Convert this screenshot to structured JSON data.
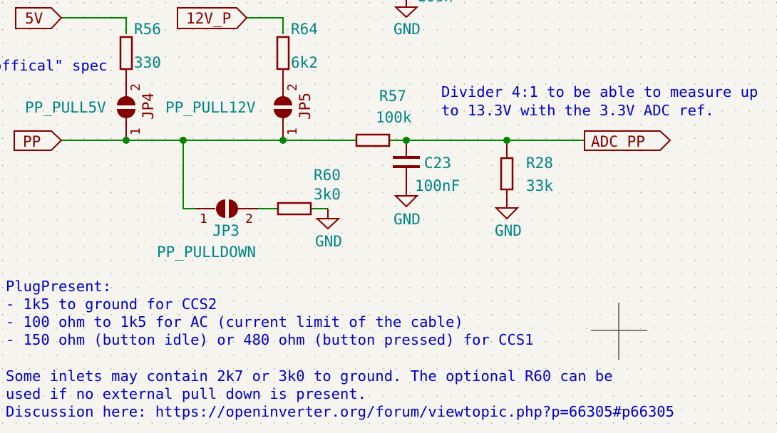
{
  "colors": {
    "wire": "#008400",
    "component": "#840000",
    "reference_text": "#008484",
    "note_text": "#0000c2",
    "background": "#f5f4ef"
  },
  "labels": {
    "v5": "5V",
    "v12": "12V_P",
    "pp": "PP",
    "adc_pp": "ADC_PP"
  },
  "components": {
    "r56": {
      "ref": "R56",
      "value": "330"
    },
    "r64": {
      "ref": "R64",
      "value": "6k2"
    },
    "jp4": {
      "ref": "JP4",
      "value": "PP_PULL5V",
      "pin1": "1",
      "pin2": "2"
    },
    "jp5": {
      "ref": "JP5",
      "value": "PP_PULL12V",
      "pin1": "1",
      "pin2": "2"
    },
    "jp3": {
      "ref": "JP3",
      "value": "PP_PULLDOWN",
      "pin1": "1",
      "pin2": "2"
    },
    "r57": {
      "ref": "R57",
      "value": "100k"
    },
    "r60": {
      "ref": "R60",
      "value": "3k0"
    },
    "c23": {
      "ref": "C23",
      "value": "100nF"
    },
    "r28": {
      "ref": "R28",
      "value": "33k"
    },
    "top_partial_value": "100n"
  },
  "gnd_label": "GND",
  "notes": {
    "spec_fragment": "offical\" spec",
    "divider": [
      "Divider 4:1 to be able to measure up",
      "to 13.3V with the 3.3V ADC ref."
    ],
    "plug_present": [
      "PlugPresent:",
      "- 1k5 to ground for CCS2",
      "- 100 ohm to 1k5 for AC (current limit of the cable)",
      "- 150 ohm (button idle) or 480 ohm (button pressed) for CCS1"
    ],
    "inlets": [
      "Some inlets may contain 2k7 or 3k0 to ground. The optional R60 can be",
      "used if no external pull down is present.",
      "Discussion here: https://openinverter.org/forum/viewtopic.php?p=66305#p66305"
    ]
  }
}
